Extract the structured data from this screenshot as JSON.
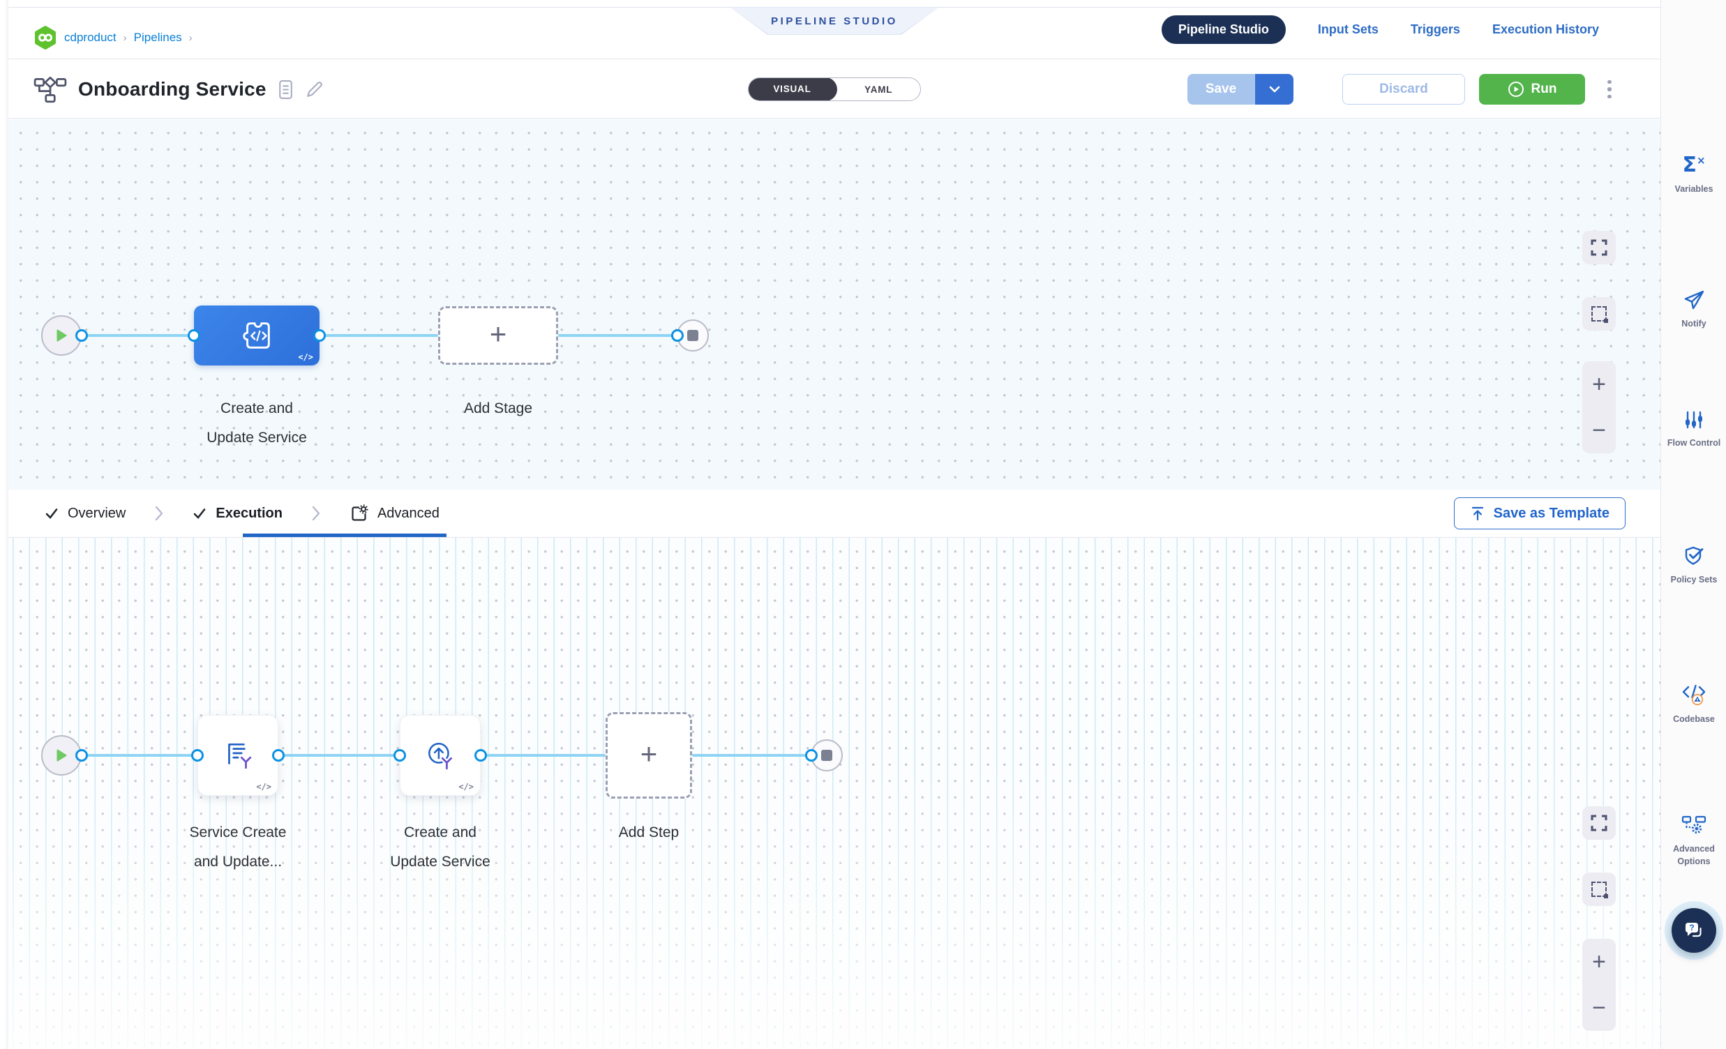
{
  "breadcrumb": {
    "items": [
      "cdproduct",
      "Pipelines"
    ],
    "separator": "›"
  },
  "banner_label": "PIPELINE STUDIO",
  "nav": {
    "pipeline_studio": "Pipeline Studio",
    "input_sets": "Input Sets",
    "triggers": "Triggers",
    "execution_history": "Execution History"
  },
  "header": {
    "title": "Onboarding Service",
    "mode": {
      "visual": "VISUAL",
      "yaml": "YAML",
      "selected": "VISUAL"
    },
    "save": "Save",
    "discard": "Discard",
    "run": "Run"
  },
  "stage_pipeline": {
    "stage_name_line1": "Create and",
    "stage_name_line2": "Update Service",
    "add_stage": "Add Stage",
    "code_badge": "</>"
  },
  "tabs": {
    "overview": "Overview",
    "execution": "Execution",
    "advanced": "Advanced",
    "active": "Execution",
    "save_as_template": "Save as Template"
  },
  "step_pipeline": {
    "step1_line1": "Service Create",
    "step1_line2": "and Update...",
    "step2_line1": "Create and",
    "step2_line2": "Update Service",
    "add_step": "Add Step",
    "code_badge": "</>"
  },
  "sidebar": {
    "items": [
      {
        "label": "Variables"
      },
      {
        "label": "Notify"
      },
      {
        "label": "Flow Control"
      },
      {
        "label": "Policy Sets"
      },
      {
        "label": "Codebase"
      },
      {
        "label": "Advanced Options"
      }
    ]
  },
  "colors": {
    "accent_blue": "#2166c7",
    "link_blue": "#0a80d8",
    "navy": "#1b3054",
    "run_green": "#53b44b",
    "node_blue": "#2d6fd9",
    "connector_line": "#8ed4f4",
    "connector_ring": "#0b92e4"
  }
}
